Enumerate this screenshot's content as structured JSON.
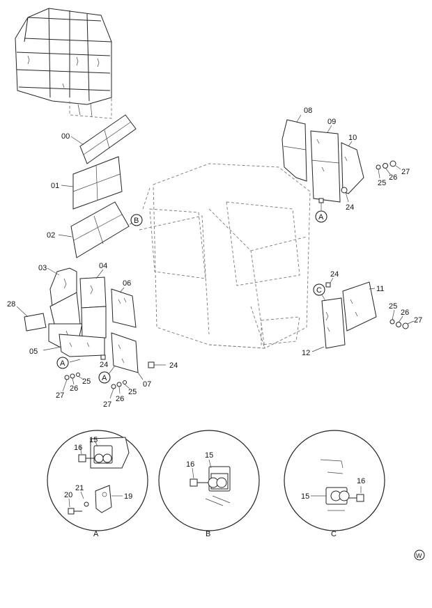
{
  "labels": {
    "p00": "00",
    "p01": "01",
    "p02": "02",
    "p03": "03",
    "p04": "04",
    "p05": "05",
    "p06": "06",
    "p07": "07",
    "p08": "08",
    "p09": "09",
    "p10": "10",
    "p11": "11",
    "p12": "12",
    "p15": "15",
    "p16": "16",
    "p19": "19",
    "p20": "20",
    "p21": "21",
    "p24": "24",
    "p25": "25",
    "p26": "26",
    "p27": "27",
    "p28": "28"
  },
  "callouts": {
    "A": "A",
    "B": "B",
    "C": "C"
  },
  "detail_views": [
    "A",
    "B",
    "C"
  ],
  "corner_mark": "W"
}
